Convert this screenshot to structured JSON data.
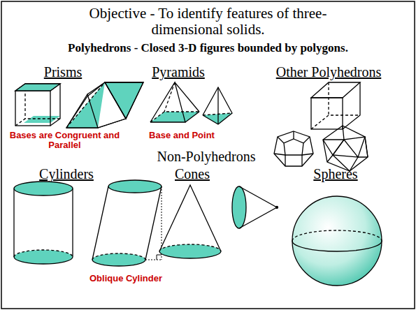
{
  "diagram": {
    "title": "Objective - To identify features of three-dimensional solids.",
    "labels": [
      "Polyhedrons - Closed 3-D figures bounded by polygons.",
      "Prisms",
      "Pyramids",
      "Other Polyhedrons",
      "Bases are Congruent and Parallel",
      "Base and Point",
      "Non-Polyhedrons",
      "Cylinders",
      "Cones",
      "Spheres",
      "Oblique Cylinder"
    ]
  }
}
